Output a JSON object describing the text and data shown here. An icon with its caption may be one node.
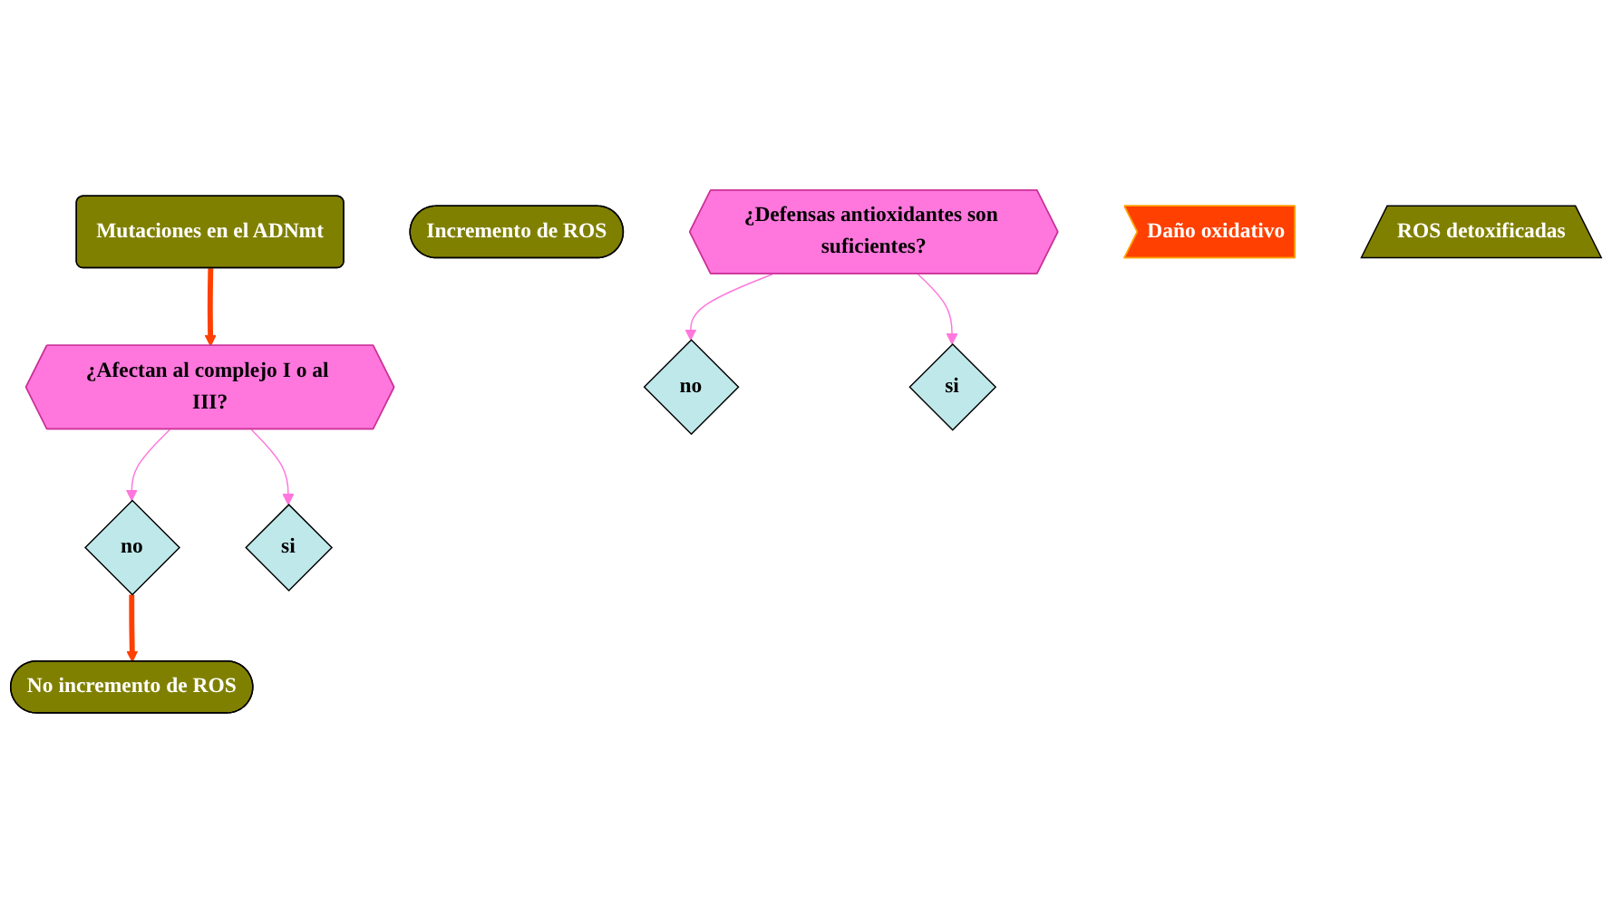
{
  "diagram": {
    "nodes": [
      {
        "text": [
          "Mutaciones en el ADNmt"
        ]
      },
      {
        "text": [
          "¿Afectan al complejo I o al III?"
        ]
      },
      {
        "text": [
          "no"
        ]
      },
      {
        "text": [
          "No incremento de ROS"
        ]
      },
      {
        "text": [
          "si"
        ]
      },
      {
        "text": [
          "Incremento de ROS"
        ]
      },
      {
        "text": [
          "¿Defensas antioxidantes son suficientes?"
        ]
      },
      {
        "text": [
          "no"
        ]
      },
      {
        "text": [
          "Daño oxidativo"
        ]
      },
      {
        "text": [
          "si"
        ]
      },
      {
        "text": [
          "ROS detoxificadas"
        ]
      }
    ],
    "edges": [
      {
        "from": 0,
        "to": 1,
        "arrow": "to",
        "style": "thick",
        "color": "#ff4000"
      },
      {
        "from": 1,
        "to": 2,
        "arrow": "to"
      },
      {
        "from": 2,
        "to": 3,
        "arrow": "to",
        "style": "thick",
        "color": "#ff4000"
      },
      {
        "from": 1,
        "to": 4,
        "arrow": "to"
      },
      {
        "from": 6,
        "to": 7,
        "arrow": "to"
      },
      {
        "from": 6,
        "to": 9,
        "arrow": "to"
      }
    ]
  }
}
